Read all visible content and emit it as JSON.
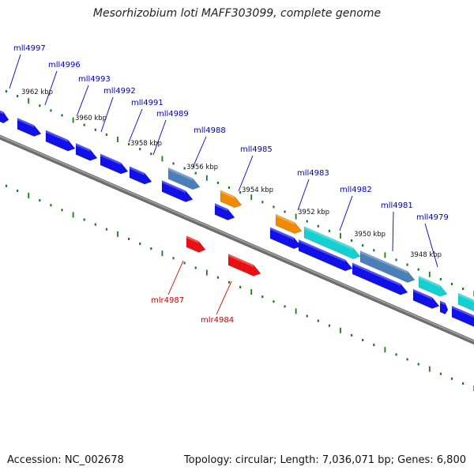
{
  "title": "Mesorhizobium loti MAFF303099, complete genome",
  "footer": {
    "accession": "Accession: NC_002678",
    "summary": "Topology: circular; Length: 7,036,071 bp; Genes: 6,800"
  },
  "colors": {
    "backbone": "#7a7a7a",
    "tick": "#1a7a1a",
    "forward_label": "#0000bb",
    "reverse_label": "#cc0000"
  },
  "coordinate_labels": [
    "3962 kbp",
    "3960 kbp",
    "3958 kbp",
    "3956 kbp",
    "3954 kbp",
    "3952 kbp",
    "3950 kbp",
    "3948 kbp"
  ],
  "gene_labels": [
    {
      "name": "mll4997",
      "strand": "forward"
    },
    {
      "name": "mll4996",
      "strand": "forward"
    },
    {
      "name": "mll4993",
      "strand": "forward"
    },
    {
      "name": "mll4992",
      "strand": "forward"
    },
    {
      "name": "mll4991",
      "strand": "forward"
    },
    {
      "name": "mll4989",
      "strand": "forward"
    },
    {
      "name": "mll4988",
      "strand": "forward"
    },
    {
      "name": "mll4985",
      "strand": "forward"
    },
    {
      "name": "mll4983",
      "strand": "forward"
    },
    {
      "name": "mll4982",
      "strand": "forward"
    },
    {
      "name": "mll4981",
      "strand": "forward"
    },
    {
      "name": "mll4979",
      "strand": "forward"
    },
    {
      "name": "mlr4987",
      "strand": "reverse"
    },
    {
      "name": "mlr4984",
      "strand": "reverse"
    }
  ],
  "features": [
    {
      "track": "cds_forward_inner",
      "color": "#1010e8"
    },
    {
      "track": "cds_forward_inner",
      "color": "#1010e8"
    },
    {
      "track": "cds_forward_inner",
      "color": "#1010e8"
    },
    {
      "track": "cds_forward_inner",
      "color": "#1010e8"
    },
    {
      "track": "cds_forward_inner",
      "color": "#1010e8"
    },
    {
      "track": "cds_forward_inner",
      "color": "#1010e8"
    },
    {
      "track": "cds_forward_inner",
      "color": "#1010e8"
    },
    {
      "track": "cds_forward_inner",
      "color": "#1010e8"
    },
    {
      "track": "cds_forward_inner",
      "color": "#1010e8"
    },
    {
      "track": "cds_forward_inner",
      "color": "#1010e8"
    },
    {
      "track": "cds_forward_inner",
      "color": "#1010e8"
    },
    {
      "track": "cds_forward_inner",
      "color": "#1010e8"
    },
    {
      "track": "cds_forward_inner",
      "color": "#1010e8"
    },
    {
      "track": "cds_forward_inner",
      "color": "#1010e8"
    },
    {
      "track": "cds_forward_outer",
      "color": "#4a7fb8"
    },
    {
      "track": "cds_forward_outer",
      "color": "#f08a00"
    },
    {
      "track": "cds_forward_outer",
      "color": "#f08a00"
    },
    {
      "track": "cds_forward_outer",
      "color": "#14d0d0"
    },
    {
      "track": "cds_forward_outer",
      "color": "#4a7fb8"
    },
    {
      "track": "cds_forward_outer",
      "color": "#14d0d0"
    },
    {
      "track": "cds_forward_outer",
      "color": "#14d0d0"
    },
    {
      "track": "cds_reverse",
      "color": "#e81010"
    },
    {
      "track": "cds_reverse",
      "color": "#e81010"
    }
  ]
}
